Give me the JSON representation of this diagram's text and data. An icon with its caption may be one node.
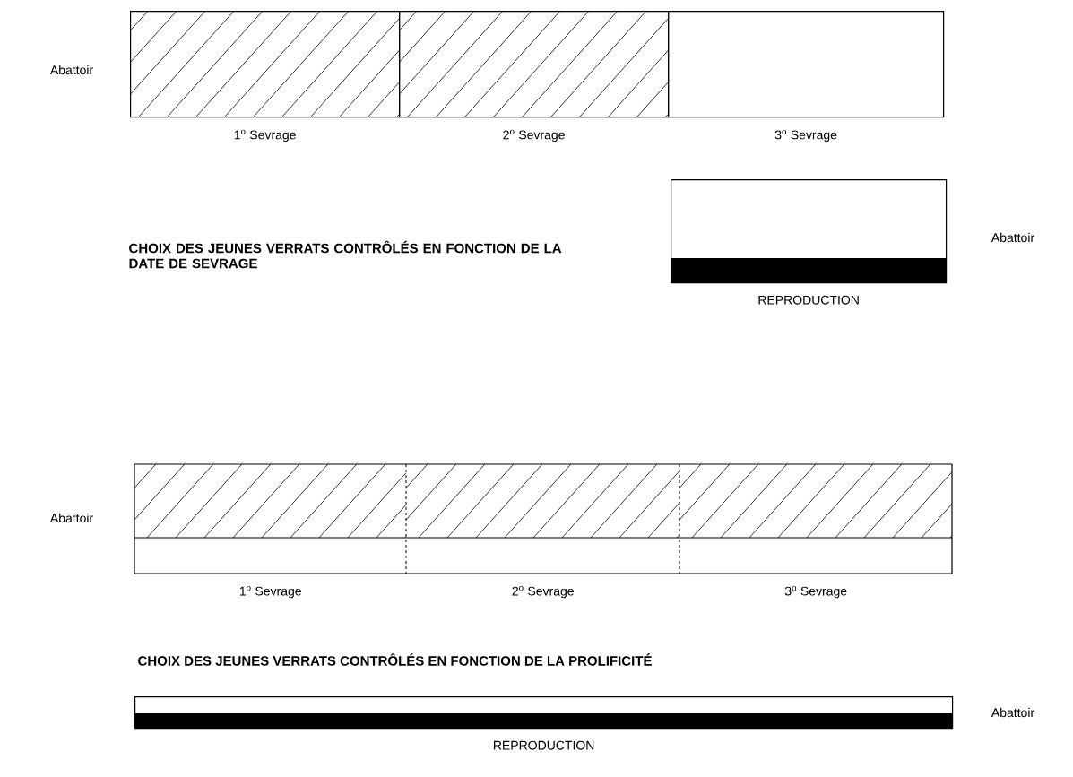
{
  "diagram": {
    "nodes": [
      {
        "text": [
          "1$^{o}$ Sevrage"
        ]
      },
      {
        "text": [
          "2$^{o}$ Sevrage"
        ]
      },
      {
        "text": [
          "3$^{o}$ Sevrage"
        ]
      },
      {
        "text": [
          "REPRODUCTION"
        ]
      },
      {
        "text": [
          "1$^{o}$ Sevrage"
        ]
      },
      {
        "text": [
          "2$^{o}$ Sevrage"
        ]
      },
      {
        "text": [
          "3$^{o}$ Sevrage"
        ]
      },
      {
        "text": [
          "REPRODUCTION"
        ]
      }
    ],
    "labels": [
      "Abattoir",
      "Abattoir",
      "CHOIX DES JEUNES VERRATS CONTRÔLÉS EN FONCTION DE LA DATE DE SEVRAGE",
      "Abattoir",
      "CHOIX DES JEUNES VERRATS CONTRÔLÉS EN FONCTION DE LA PROLIFICITÉ",
      "Abattoir"
    ]
  }
}
